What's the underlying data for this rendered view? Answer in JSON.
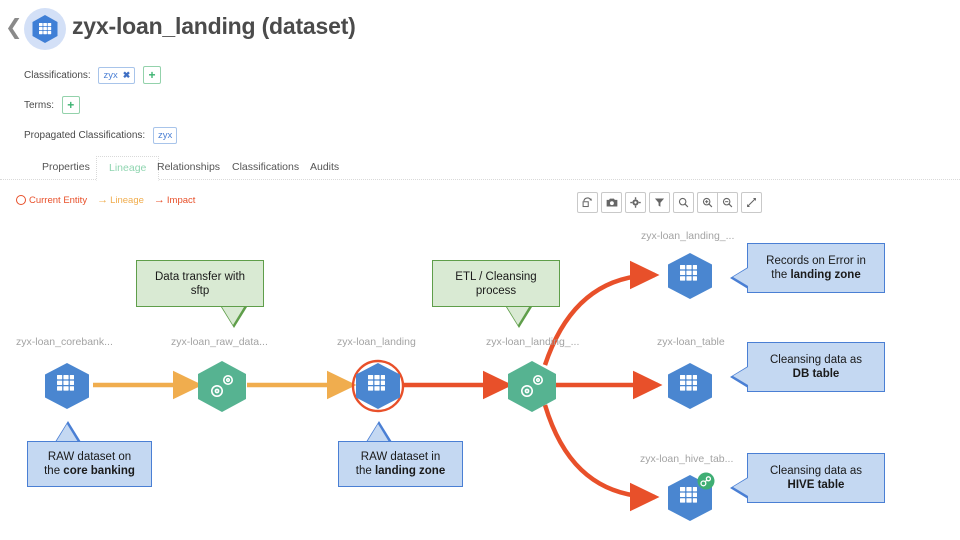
{
  "header": {
    "back_icon": "chevron-left-icon",
    "entity_icon": "dataset-hexagon-icon",
    "title": "zyx-loan_landing (dataset)"
  },
  "meta": {
    "classifications_label": "Classifications:",
    "classification_chip": "zyx",
    "classification_chip_remove": "✖",
    "add_classification": "+",
    "terms_label": "Terms:",
    "add_term": "+",
    "propagated_label": "Propagated Classifications:",
    "propagated_chip": "zyx"
  },
  "tabs": [
    {
      "label": "Properties",
      "active": false
    },
    {
      "label": "Lineage",
      "active": true
    },
    {
      "label": "Relationships",
      "active": false
    },
    {
      "label": "Classifications",
      "active": false
    },
    {
      "label": "Audits",
      "active": false
    }
  ],
  "legend": {
    "current_entity": "Current Entity",
    "lineage": "Lineage",
    "impact": "Impact",
    "arrow_glyph": "→"
  },
  "toolbar": [
    {
      "name": "reset-layout-icon",
      "glyph": "⟳"
    },
    {
      "name": "camera-icon",
      "glyph": "■"
    },
    {
      "name": "gear-icon",
      "glyph": "⚙"
    },
    {
      "name": "filter-icon",
      "glyph": "▼"
    },
    {
      "name": "search-icon",
      "glyph": "⚲"
    },
    {
      "name": "zoom-in-icon",
      "glyph": "+"
    },
    {
      "name": "zoom-out-icon",
      "glyph": "−"
    },
    {
      "name": "fullscreen-icon",
      "glyph": "⤢"
    }
  ],
  "colors": {
    "lineage_arrow": "#f0ad4e",
    "impact_arrow": "#e8502a",
    "dataset_node": "#4a86d0",
    "process_node": "#56b391",
    "current_ring": "#e8502a",
    "callout_green_bg": "#d9ead3",
    "callout_green_border": "#5f9e4a",
    "callout_blue_bg": "#c4d8f2",
    "callout_blue_border": "#4a7fd4",
    "tab_active": "#8fd5b0"
  },
  "graph": {
    "nodes": [
      {
        "id": "corebank",
        "label": "zyx-loan_corebank...",
        "type": "dataset",
        "current": false,
        "badge": false
      },
      {
        "id": "rawdata",
        "label": "zyx-loan_raw_data...",
        "type": "process",
        "current": false,
        "badge": false
      },
      {
        "id": "landing",
        "label": "zyx-loan_landing",
        "type": "dataset",
        "current": true,
        "badge": false
      },
      {
        "id": "etl",
        "label": "zyx-loan_landing_...",
        "type": "process",
        "current": false,
        "badge": false
      },
      {
        "id": "error",
        "label": "zyx-loan_landing_...",
        "type": "dataset",
        "current": false,
        "badge": false
      },
      {
        "id": "dbtable",
        "label": "zyx-loan_table",
        "type": "dataset",
        "current": false,
        "badge": false
      },
      {
        "id": "hivetable",
        "label": "zyx-loan_hive_tab...",
        "type": "dataset",
        "current": false,
        "badge": true
      }
    ],
    "edges": [
      {
        "from": "corebank",
        "to": "rawdata",
        "kind": "lineage"
      },
      {
        "from": "rawdata",
        "to": "landing",
        "kind": "lineage"
      },
      {
        "from": "landing",
        "to": "etl",
        "kind": "impact"
      },
      {
        "from": "etl",
        "to": "error",
        "kind": "impact"
      },
      {
        "from": "etl",
        "to": "dbtable",
        "kind": "impact"
      },
      {
        "from": "etl",
        "to": "hivetable",
        "kind": "impact"
      }
    ]
  },
  "callouts": [
    {
      "id": "sftp",
      "style": "green",
      "line1": "Data transfer with",
      "line2": "sftp",
      "bold2": ""
    },
    {
      "id": "etlproc",
      "style": "green",
      "line1": "ETL / Cleansing",
      "line2": "process",
      "bold2": ""
    },
    {
      "id": "rawcore",
      "style": "blue",
      "line1": "RAW dataset on",
      "line2": "the ",
      "bold2": "core banking"
    },
    {
      "id": "rawlanding",
      "style": "blue",
      "line1": "RAW dataset in",
      "line2": "the ",
      "bold2": "landing zone"
    },
    {
      "id": "errors",
      "style": "blue",
      "line1": "Records on Error in",
      "line2": "the ",
      "bold2": "landing zone"
    },
    {
      "id": "dbtable",
      "style": "blue",
      "line1": "Cleansing data as",
      "line2": "",
      "bold2": "DB table"
    },
    {
      "id": "hivetable",
      "style": "blue",
      "line1": "Cleansing data as",
      "line2": "",
      "bold2": "HIVE table"
    }
  ]
}
